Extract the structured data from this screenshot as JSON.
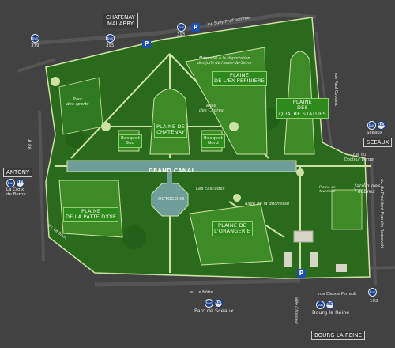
{
  "towns": {
    "chatenay": "CHATENAY\nMALABRY",
    "sceaux": "SCEAUX",
    "antony": "ANTONY",
    "bourg": "BOURG LA REINE"
  },
  "zones": {
    "grand_canal": "GRAND CANAL",
    "plaine_ex_pepiniere": "PLAINE\nDE L'EX-PÉPINIÈRE",
    "plaine_quatre_statues": "PLAINE\nDES\nQUATRE STATUES",
    "plaine_chatenay": "PLAINE DE\nCHATENAY",
    "bosquet_sud": "Bosquet\nSud",
    "bosquet_nord": "Bosquet\nNord",
    "plaine_patte_oie": "PLAINE\nDE LA PATTE D'OIE",
    "octogone": "OCTOGONE",
    "plaine_orangerie": "PLAINE DE\nL'ORANGERIE"
  },
  "labels": {
    "parc_sports": "Parc\ndes sports",
    "allee_cedres": "allée\ndes Cèdres",
    "memorial": "Mémorial à la déportation\ndes Juifs de Hauts-de-Seine",
    "cascades": "Les cascades",
    "allee_duchesse": "allée de la duchesse",
    "plaine_taureaux": "Plaine de\ntaureaux",
    "jardin_felibres": "Jardin des\nFélibres",
    "allee_honneur": "allée d'honneur"
  },
  "streets": {
    "sully": "av. Sully Prud'homme",
    "paul_couderc": "rue Paul Couderc",
    "docteur_berger": "rue du\nDocteur Berger",
    "pdt_roosevelt": "av. du Président Franklin Roosevelt",
    "le_notre": "av. Le Nôtre",
    "claude_perrault": "rue Claude Perrault",
    "le_brun": "av. Le Brun",
    "a86": "A 86"
  },
  "transit": {
    "bus_379": "379",
    "bus_395a": "395",
    "bus_395b": "395",
    "bus_192": "192",
    "sceaux_station": "Sceaux",
    "la_croix_berny": "La Croix\nde Berny",
    "parc_sceaux": "Parc de Sceaux",
    "bourg_la_reine": "Bourg la Reine",
    "bus_icon": "bus",
    "train_icon": "RER",
    "parking": "P"
  },
  "colors": {
    "background": "#424242",
    "park": "#2a6a1c",
    "lawn": "#3d8a26",
    "water": "#6f9e9a",
    "path": "#cfe2a6"
  }
}
